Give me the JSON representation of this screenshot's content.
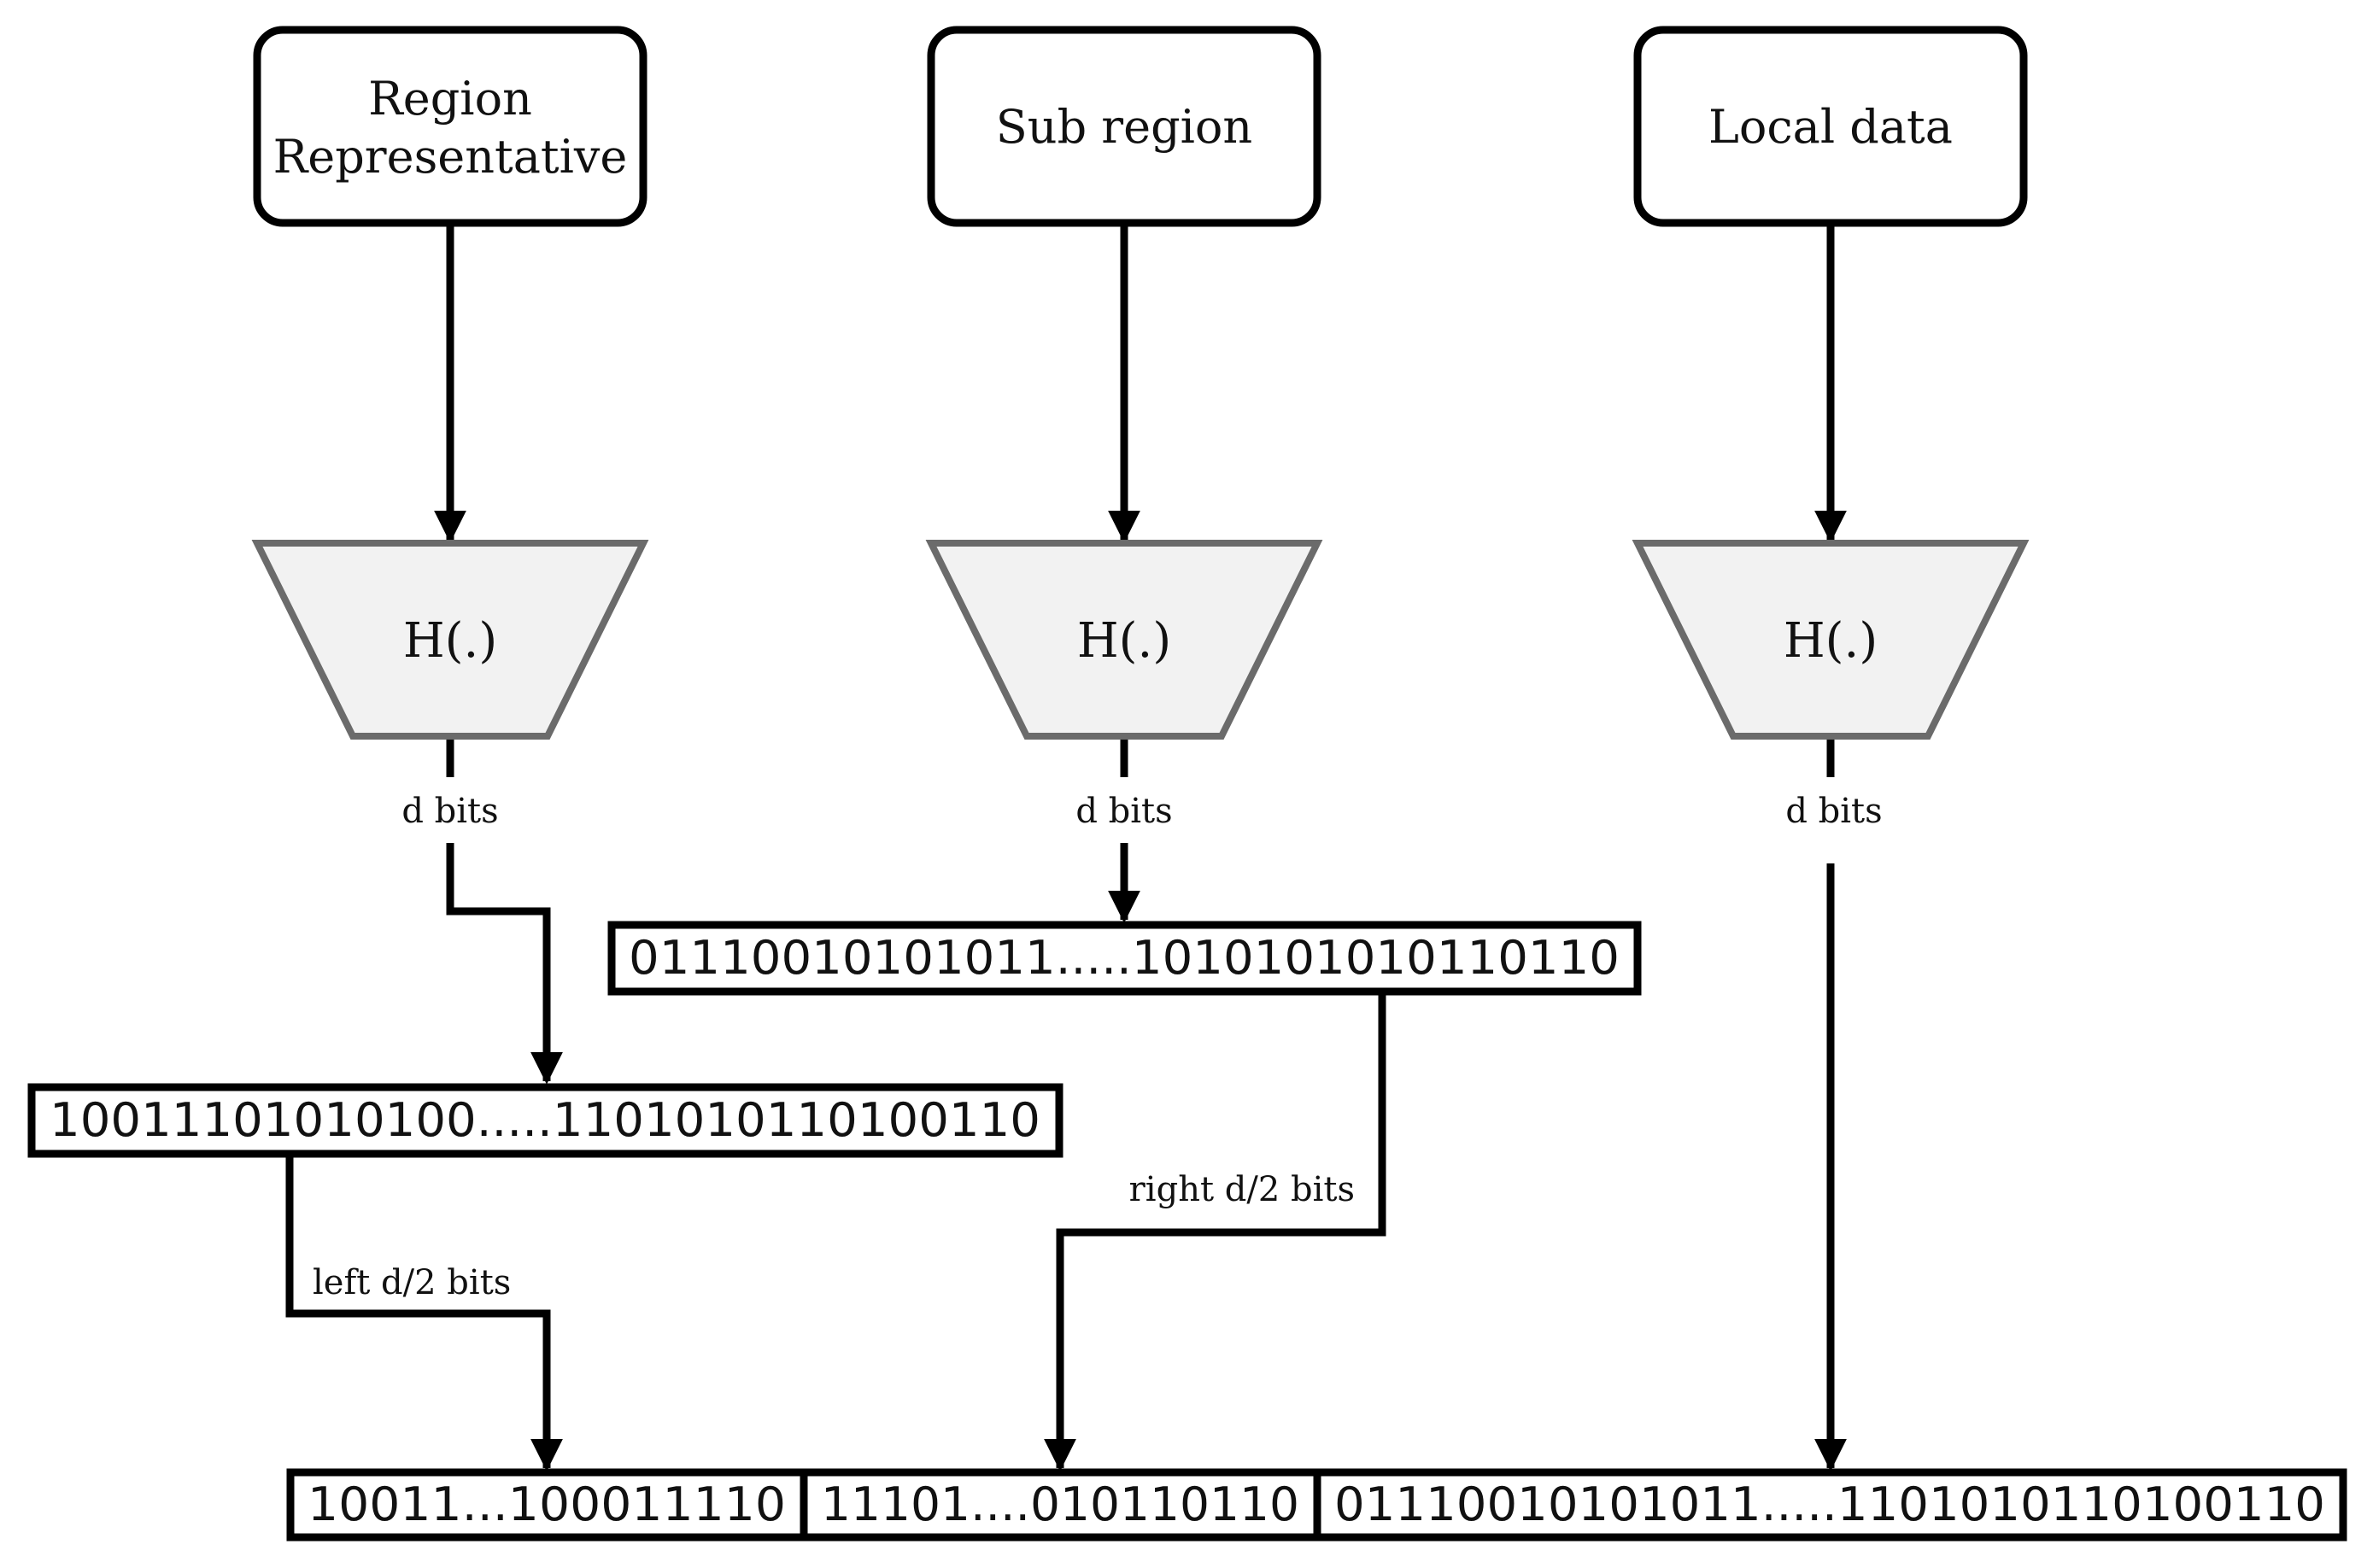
{
  "sources": [
    {
      "id": "region",
      "label_lines": [
        "Region",
        "Representative"
      ]
    },
    {
      "id": "subregion",
      "label_lines": [
        "Sub region"
      ]
    },
    {
      "id": "local",
      "label_lines": [
        "Local data"
      ]
    }
  ],
  "hash_label": "H(.)",
  "d_bits_label": "d bits",
  "intermediate_bits": {
    "region": "10011101010100.....1101010110100110",
    "subregion": "01110010101011.....1010101010110110"
  },
  "split_labels": {
    "left": "left d/2 bits",
    "right": "right d/2 bits"
  },
  "output_segments": [
    "10011...100011110",
    "11101....010110110",
    "01110010101011.....1101010110100110"
  ]
}
